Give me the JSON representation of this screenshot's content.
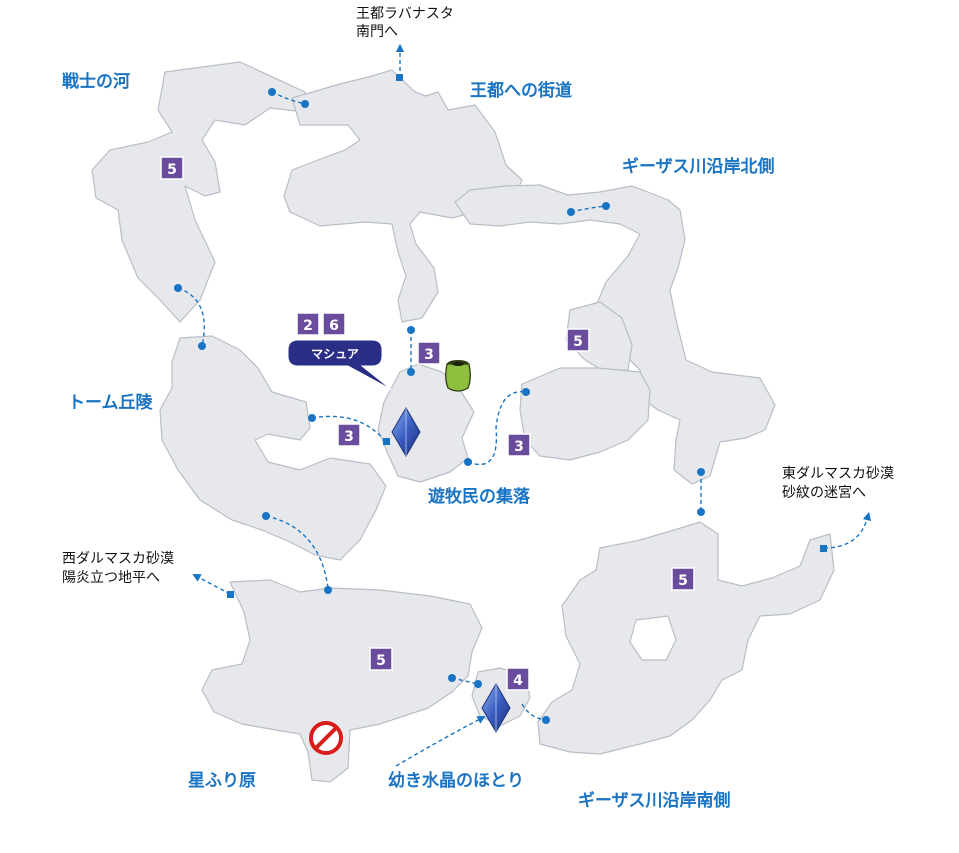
{
  "colors": {
    "background": "#ffffff",
    "land": "#e6e8ec",
    "land_edge": "#b9bec6",
    "route": "#1a74c4",
    "area_label": "#1a74c4",
    "badge": "#6a4c9c",
    "crystal": "#3658b8",
    "callout": "#2a2e86",
    "no_entry": "#d81b1b",
    "pot": "#8fbf3f"
  },
  "areas": {
    "warriors_river": "戦士の河",
    "royal_road": "王都への街道",
    "giza_north": "ギーザス川沿岸北側",
    "tomb_hills": "トーム丘陵",
    "nomad_village": "遊牧民の集落",
    "star_field": "星ふり原",
    "crystal_shore": "幼き水晶のほとり",
    "giza_south": "ギーザス川沿岸南側"
  },
  "destinations": {
    "rabanastre_south": [
      "王都ラバナスタ",
      "南門へ"
    ],
    "east_dalmasca": [
      "東ダルマスカ砂漠",
      "砂紋の迷宮へ"
    ],
    "west_dalmasca": [
      "西ダルマスカ砂漠",
      "陽炎立つ地平へ"
    ]
  },
  "badges": {
    "warriors_river": "5",
    "top_2": "2",
    "top_6": "6",
    "north_3": "3",
    "west_3": "3",
    "east_3": "3",
    "east_5": "5",
    "south_east_5": "5",
    "south_west_5": "5",
    "crystal_4": "4"
  },
  "callout": {
    "npc": "マシュア"
  },
  "icons": {
    "save_crystal": "save-crystal-icon",
    "pot": "pot-icon",
    "no_entry": "no-entry-icon"
  }
}
